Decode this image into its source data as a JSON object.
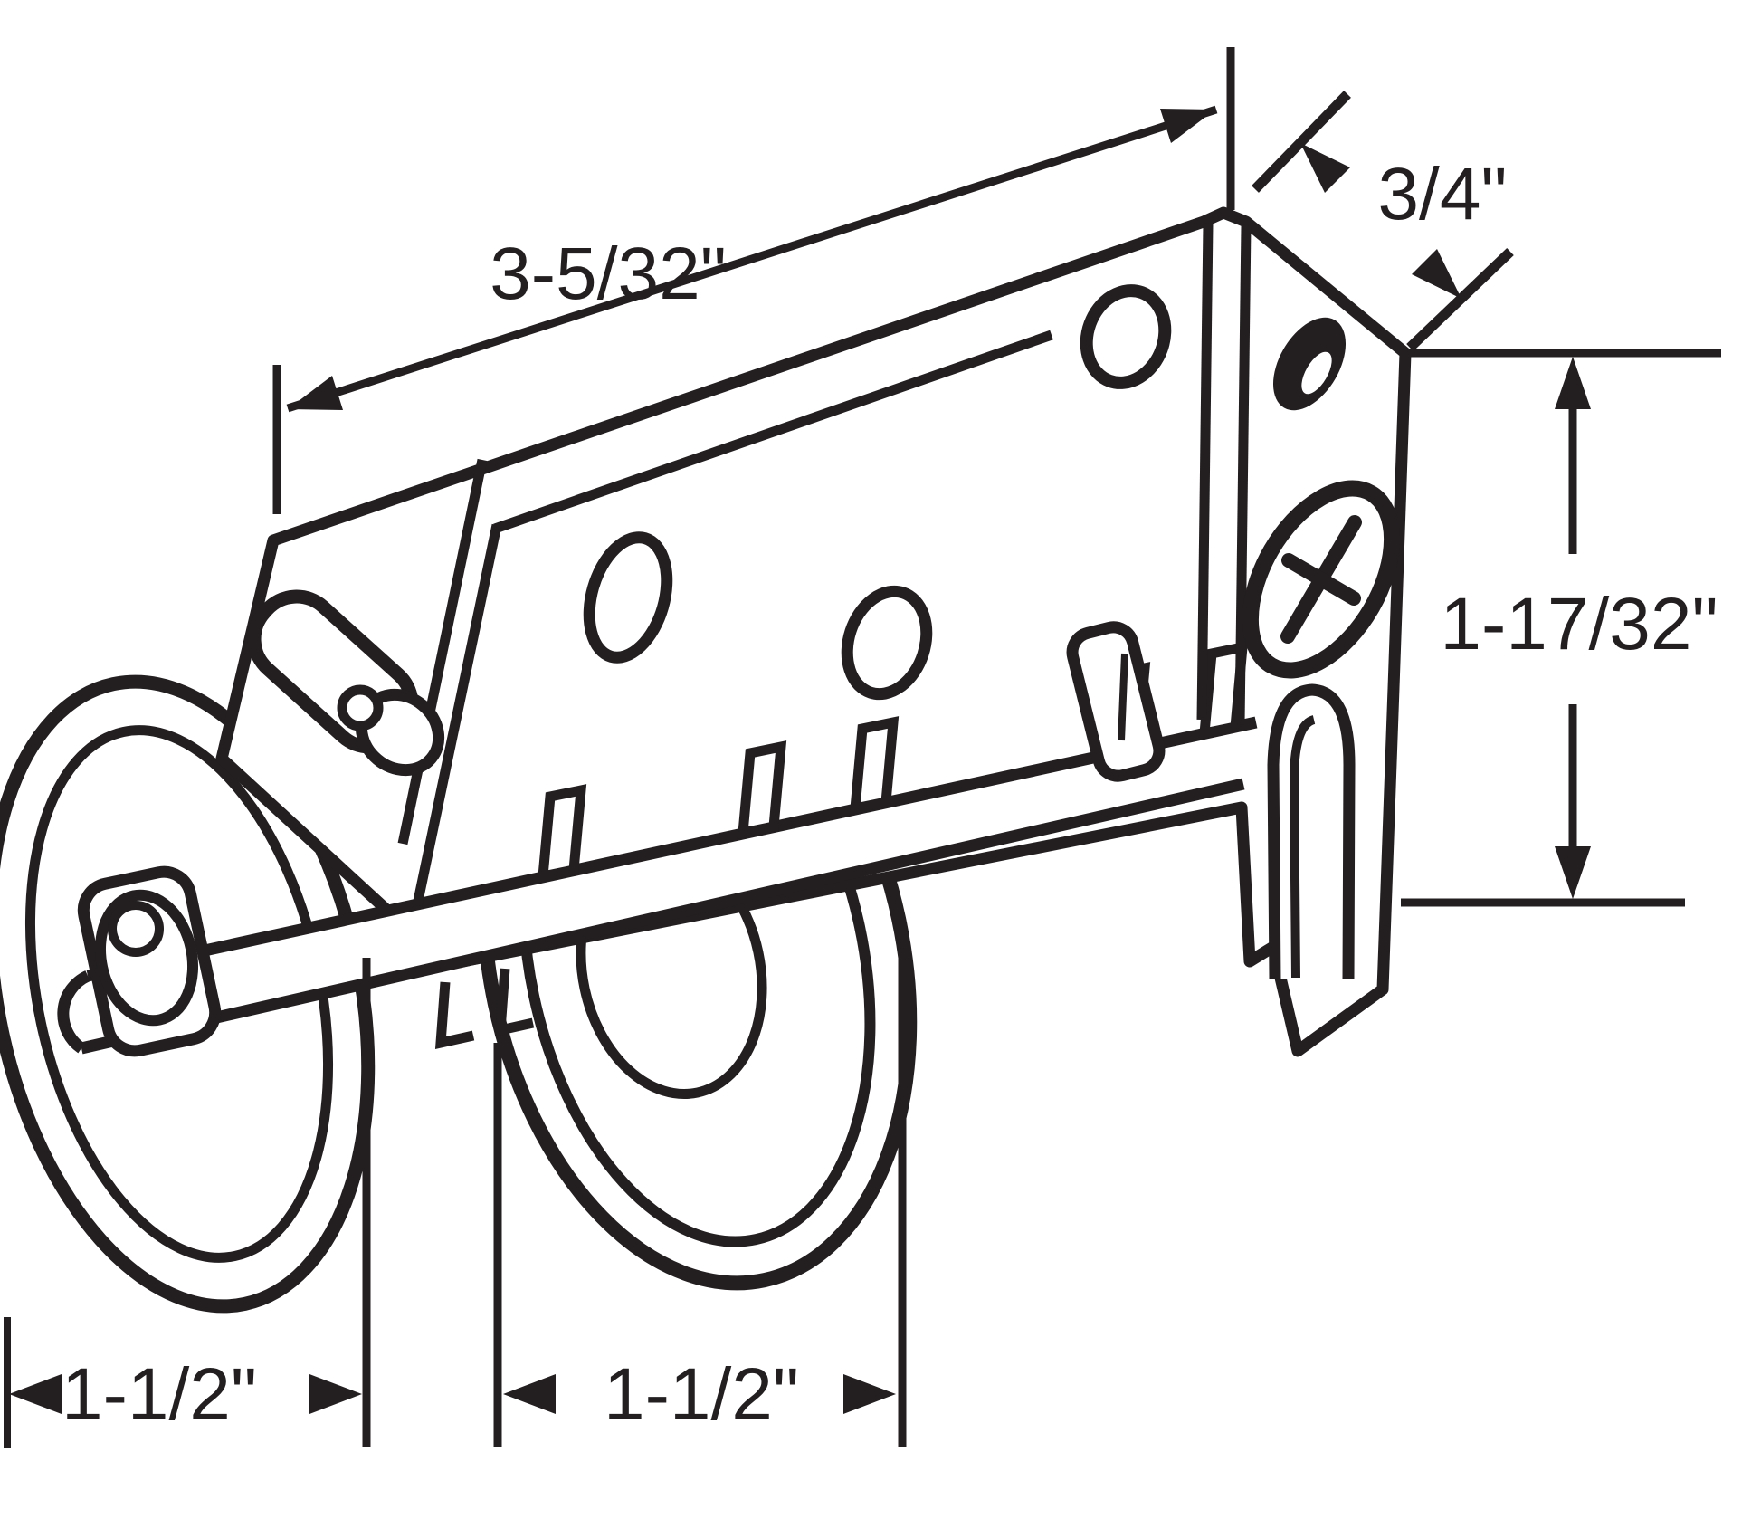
{
  "diagram": {
    "background": "#ffffff",
    "ink_color": "#231f20",
    "dimensions": {
      "top_width": {
        "label": "3-5/32\""
      },
      "depth": {
        "label": "3/4\""
      },
      "side_height": {
        "label": "1-17/32\""
      },
      "left_wheel": {
        "label": "1-1/2\""
      },
      "right_wheel": {
        "label": "1-1/2\""
      }
    }
  }
}
